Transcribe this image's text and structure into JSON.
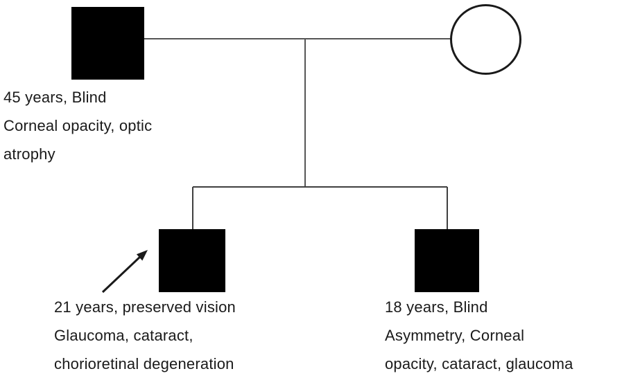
{
  "diagram_type": "pedigree",
  "colors": {
    "background": "#ffffff",
    "shape_fill": "#000000",
    "connector_line": "#555555",
    "text": "#1a1a1a"
  },
  "pedigree": {
    "generation1": {
      "father": {
        "shape": "filled-square",
        "sex": "male",
        "affected": true,
        "label_lines": [
          "45 years, Blind",
          "Corneal opacity, optic",
          "atrophy"
        ]
      },
      "mother": {
        "shape": "open-circle",
        "sex": "female",
        "affected": false,
        "label_lines": []
      }
    },
    "generation2": {
      "son1": {
        "shape": "filled-square",
        "sex": "male",
        "affected": true,
        "proband": true,
        "label_lines": [
          "21 years, preserved vision",
          "Glaucoma, cataract,",
          "chorioretinal degeneration"
        ]
      },
      "son2": {
        "shape": "filled-square",
        "sex": "male",
        "affected": true,
        "proband": false,
        "label_lines": [
          "18 years, Blind",
          "Asymmetry, Corneal",
          "opacity, cataract, glaucoma"
        ]
      }
    }
  }
}
